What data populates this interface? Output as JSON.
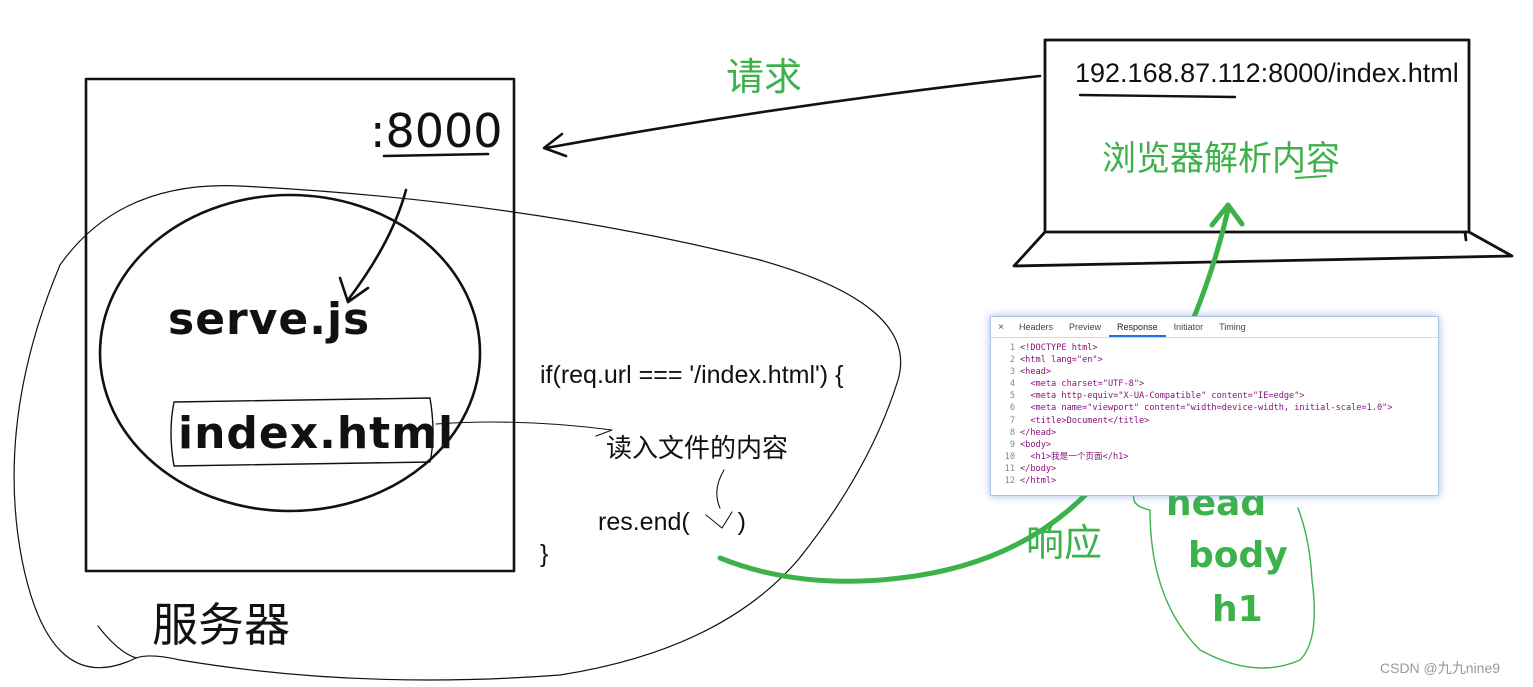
{
  "server": {
    "port": ":8000",
    "serve_file": "serve.js",
    "index_file": "index.html",
    "label": "服务器"
  },
  "code": {
    "if_line": "if(req.url === '/index.html') {",
    "read_note": "读入文件的内容",
    "res_end": "res.end(",
    "res_end_close": ")",
    "close_brace": "}"
  },
  "request": {
    "label": "请求"
  },
  "response": {
    "label": "响应"
  },
  "browser": {
    "url": "192.168.87.112:8000/index.html",
    "parse_label": "浏览器解析内容"
  },
  "devtools": {
    "close": "×",
    "tabs": [
      "Headers",
      "Preview",
      "Response",
      "Initiator",
      "Timing"
    ],
    "active_tab": "Response",
    "source_lines": [
      "<!DOCTYPE html>",
      "<html lang=\"en\">",
      "<head>",
      "  <meta charset=\"UTF-8\">",
      "  <meta http-equiv=\"X-UA-Compatible\" content=\"IE=edge\">",
      "  <meta name=\"viewport\" content=\"width=device-width, initial-scale=1.0\">",
      "  <title>Document</title>",
      "</head>",
      "<body>",
      "  <h1>我是一个页面</h1>",
      "</body>",
      "</html>"
    ]
  },
  "structure_labels": {
    "head": "head",
    "body": "body",
    "h1": "h1"
  },
  "watermark": "CSDN @九九nine9",
  "colors": {
    "ink": "#111111",
    "green": "#3db24a"
  }
}
